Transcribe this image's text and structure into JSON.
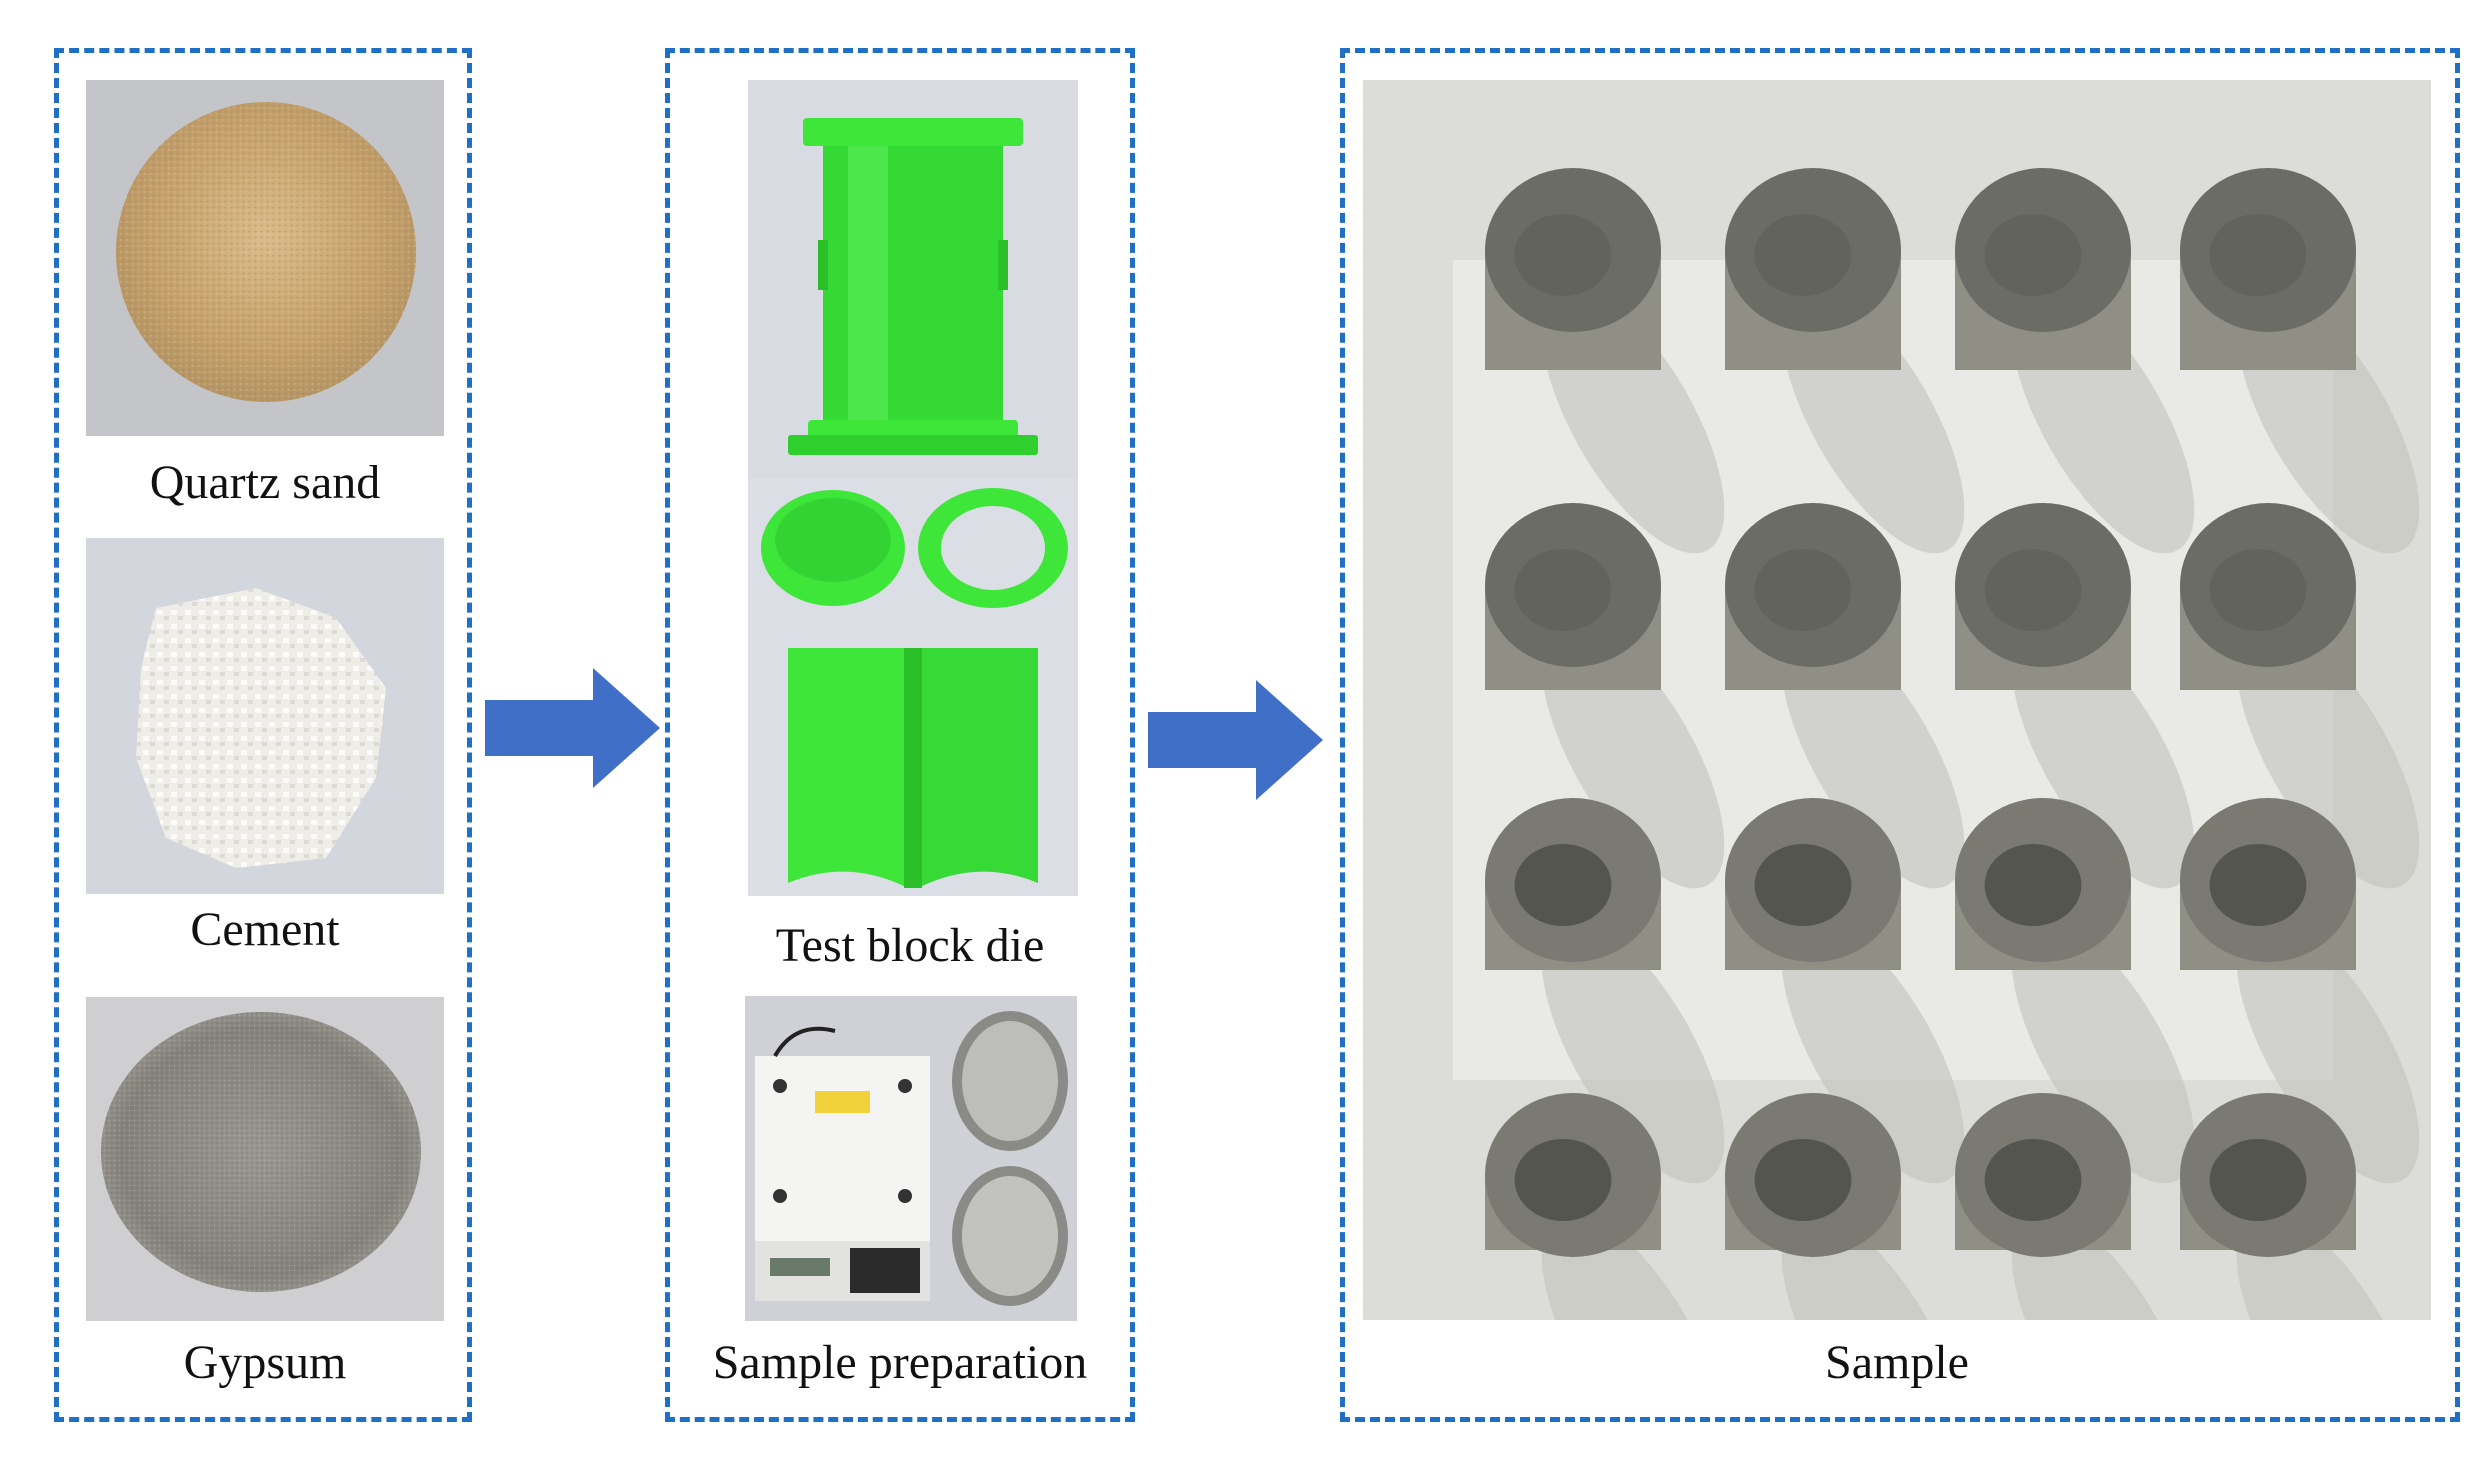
{
  "captions": {
    "quartz_sand": "Quartz  sand",
    "cement": "Cement",
    "gypsum": "Gypsum",
    "test_block_die": "Test block die",
    "sample_preparation": "Sample  preparation",
    "sample": "Sample"
  },
  "colors": {
    "panel_border": "#1f6fc5",
    "arrow": "#3f6fc6",
    "mold_green": "#3ee63a",
    "quartz": "#c9a774",
    "cement": "#ecebe6",
    "gypsum": "#8f8c86",
    "sample_body": "#8f8f85"
  },
  "icons": {
    "flow_arrow": "right-arrow-icon"
  }
}
